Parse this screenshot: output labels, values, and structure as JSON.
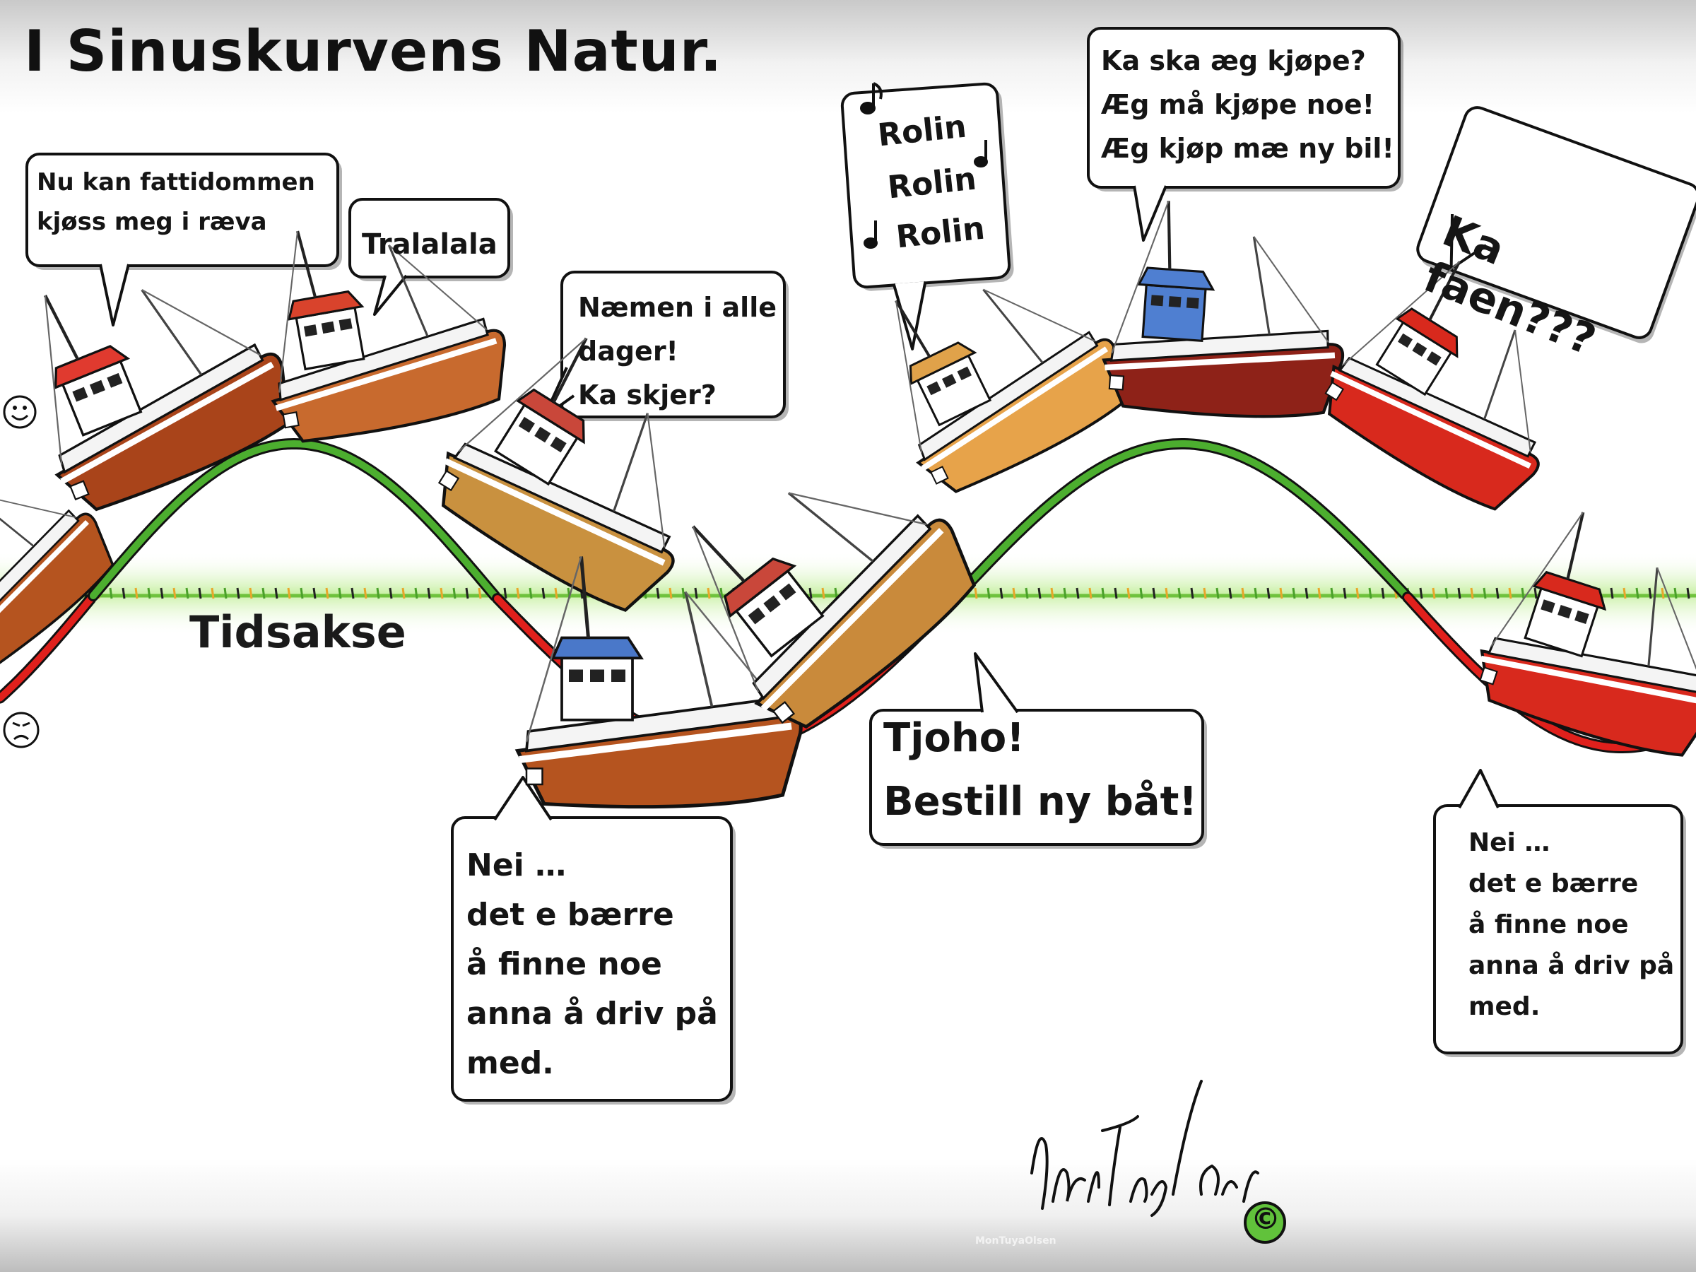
{
  "title": "I Sinuskurvens Natur.",
  "axis_label": "Tidsakse",
  "mood_icons": [
    "smiley-face-icon",
    "frowning-face-icon"
  ],
  "curve_colors": {
    "above_axis": "#4cae2f",
    "below_axis": "#e0201c",
    "axis": "#7fcf4a",
    "outline": "#111111"
  },
  "bubbles": {
    "fattidom": "Nu kan fattidommen\nkjøss meg i ræva",
    "tralala": "Tralalala",
    "naemen": "Næmen i alle\ndager!\nKa skjer?",
    "rolin": [
      "Rolin",
      "Rolin",
      "Rolin"
    ],
    "kjope": "Ka ska æg kjøpe?\nÆg må kjøpe noe!\nÆg kjøp mæ ny bil!",
    "faen": "Ka faen???",
    "tjoho": "Tjoho!\nBestill ny båt!",
    "nei1": "Nei …\ndet e bærre\nå finne noe\nanna å driv på\nmed.",
    "nei2": "Nei …\ndet e bærre\nå finne noe\nanna å driv på\nmed."
  },
  "signature_text": "MonTuyaOlsen",
  "copyright_symbol": "©",
  "boats": [
    {
      "id": "boat-left-edge",
      "hull": "#b5541f",
      "cabin": "#ffffff",
      "roof": "#cccccc"
    },
    {
      "id": "boat-rising",
      "hull": "#a9441a",
      "cabin": "#ffffff",
      "roof": "#e03a2f"
    },
    {
      "id": "boat-peak-1",
      "hull": "#c86a2e",
      "cabin": "#ffffff",
      "roof": "#d9432c"
    },
    {
      "id": "boat-falling",
      "hull": "#c9913f",
      "cabin": "#ffffff",
      "roof": "#c9473a"
    },
    {
      "id": "boat-trough",
      "hull": "#b5541f",
      "cabin": "#ffffff",
      "roof": "#4a78c9"
    },
    {
      "id": "boat-climbing",
      "hull": "#c98a3b",
      "cabin": "#ffffff",
      "roof": "#c9473a"
    },
    {
      "id": "boat-rolin",
      "hull": "#e7a34a",
      "cabin": "#ffffff",
      "roof": "#e0a24a"
    },
    {
      "id": "boat-peak-2",
      "hull": "#8e2218",
      "cabin": "#4f7fd1",
      "roof": "#4f7fd1"
    },
    {
      "id": "boat-faen",
      "hull": "#d8291d",
      "cabin": "#ffffff",
      "roof": "#d8291d"
    },
    {
      "id": "boat-sinking",
      "hull": "#d8291d",
      "cabin": "#ffffff",
      "roof": "#d8291d"
    }
  ]
}
